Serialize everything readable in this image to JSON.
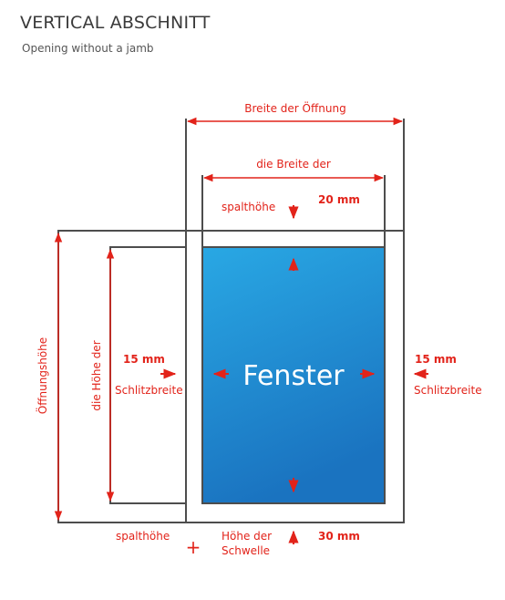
{
  "header": {
    "title": "VERTICAL ABSCHNITT",
    "subtitle": "Opening without a jamb"
  },
  "colors": {
    "accent": "#e2231a",
    "outline": "#4d4d4d",
    "window_fill_top": "#29a8e4",
    "window_fill_bottom": "#1a73c0",
    "window_text": "#ffffff"
  },
  "labels": {
    "opening_width": "Breite der Öffnung",
    "slot_width_top": "die Breite der",
    "slot_height_label_top": "spalthöhe",
    "top_gap_value": "20 mm",
    "opening_height": "Öffnungshöhe",
    "slot_height_side": "die Höhe der",
    "left_gap_value": "15 mm",
    "left_gap_label": "Schlitzbreite",
    "right_gap_value": "15 mm",
    "right_gap_label": "Schlitzbreite",
    "window": "Fenster",
    "slot_height_label_bottom": "spalthöhe",
    "plus_sign": "+",
    "sill_height_line1": "Höhe der",
    "sill_height_line2": "Schwelle",
    "bottom_gap_value": "30 mm"
  }
}
